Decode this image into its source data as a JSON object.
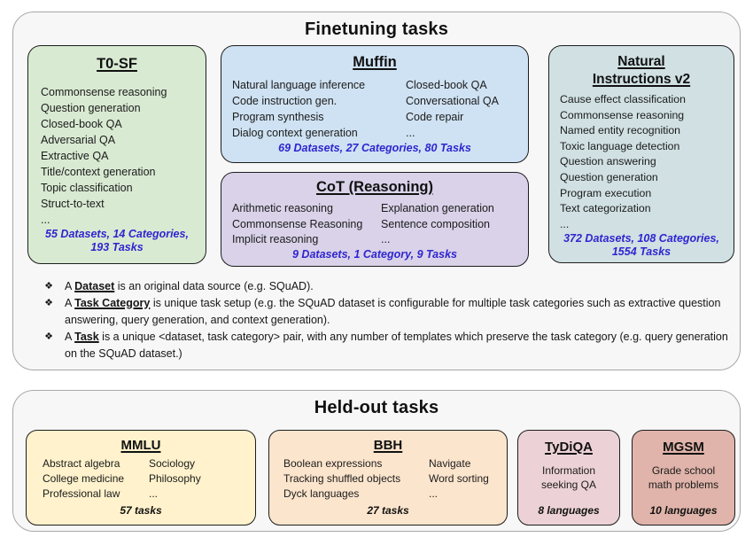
{
  "colors": {
    "page_bg": "#ffffff",
    "container_bg": "#f7f7f7",
    "container_border": "#a8a8a8",
    "box_border": "#1d1d1d",
    "stats_blue": "#2f25d0",
    "t0sf_bg": "#d9ead3",
    "muffin_bg": "#cfe2f3",
    "cot_bg": "#d9d2e9",
    "niv2_bg": "#d0e0e3",
    "mmlu_bg": "#fff2cc",
    "bbh_bg": "#fce5cd",
    "tydiqa_bg": "#ecd2d6",
    "mgsm_bg": "#e0b4aa"
  },
  "finetuning": {
    "title": "Finetuning tasks",
    "boxes": {
      "t0sf": {
        "title": "T0-SF",
        "tasks": [
          "Commonsense reasoning",
          "Question generation",
          "Closed-book QA",
          "Adversarial QA",
          "Extractive QA",
          "Title/context generation",
          "Topic classification",
          "Struct-to-text",
          "..."
        ],
        "stats_lines": [
          "55 Datasets, 14 Categories,",
          "193 Tasks"
        ]
      },
      "muffin": {
        "title": "Muffin",
        "tasks_left": [
          "Natural language inference",
          "Code instruction gen.",
          "Program synthesis",
          "Dialog context generation"
        ],
        "tasks_right": [
          "Closed-book QA",
          "Conversational QA",
          "Code repair",
          "..."
        ],
        "stats_lines": [
          "69 Datasets, 27 Categories, 80 Tasks"
        ]
      },
      "cot": {
        "title": "CoT (Reasoning)",
        "tasks_left": [
          "Arithmetic reasoning",
          "Commonsense Reasoning",
          "Implicit reasoning"
        ],
        "tasks_right": [
          "Explanation generation",
          "Sentence composition",
          "..."
        ],
        "stats_lines": [
          "9 Datasets, 1 Category, 9 Tasks"
        ]
      },
      "niv2": {
        "title_lines": [
          "Natural",
          "Instructions v2"
        ],
        "tasks": [
          "Cause effect classification",
          "Commonsense reasoning",
          "Named entity recognition",
          "Toxic language detection",
          "Question answering",
          "Question generation",
          "Program execution",
          "Text categorization",
          "..."
        ],
        "stats_lines": [
          "372 Datasets, 108 Categories,",
          "1554 Tasks"
        ]
      }
    },
    "bullet_icon": "❖",
    "notes": [
      {
        "prefix": "A ",
        "term": "Dataset",
        "rest": " is an original data source (e.g. SQuAD)."
      },
      {
        "prefix": "A ",
        "term": "Task Category",
        "rest": " is unique task setup (e.g. the SQuAD dataset is configurable for multiple task categories such as extractive question answering, query generation, and context generation)."
      },
      {
        "prefix": "A ",
        "term": "Task",
        "rest": " is a unique <dataset, task category> pair, with any number of templates which preserve the task category (e.g. query generation on the SQuAD dataset.)"
      }
    ]
  },
  "heldout": {
    "title": "Held-out tasks",
    "boxes": {
      "mmlu": {
        "title": "MMLU",
        "tasks_left": [
          "Abstract algebra",
          "College medicine",
          "Professional law"
        ],
        "tasks_right": [
          "Sociology",
          "Philosophy",
          "..."
        ],
        "stats": "57 tasks"
      },
      "bbh": {
        "title": "BBH",
        "tasks_left": [
          "Boolean expressions",
          "Tracking shuffled objects",
          "Dyck languages"
        ],
        "tasks_right": [
          "Navigate",
          "Word sorting",
          "..."
        ],
        "stats": "27 tasks"
      },
      "tydiqa": {
        "title": "TyDiQA",
        "desc_lines": [
          "Information",
          "seeking QA"
        ],
        "stats": "8 languages"
      },
      "mgsm": {
        "title": "MGSM",
        "desc_lines": [
          "Grade school",
          "math problems"
        ],
        "stats": "10 languages"
      }
    }
  }
}
